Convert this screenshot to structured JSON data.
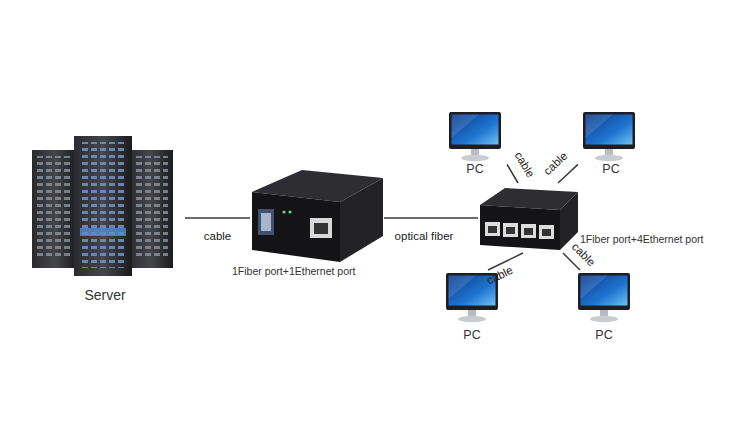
{
  "diagram": {
    "nodes": [
      {
        "text": [
          "Server"
        ]
      },
      {
        "text": [
          "1Fiber port+1Ethernet port"
        ]
      },
      {
        "text": [
          "PC"
        ]
      },
      {
        "text": [
          "PC"
        ]
      },
      {
        "text": [
          "1Fiber port+4Ethernet port"
        ]
      },
      {
        "text": [
          "PC"
        ]
      },
      {
        "text": [
          "PC"
        ]
      }
    ],
    "edges": [
      {
        "from": 0,
        "to": 1,
        "label": "cable",
        "arrow": "none"
      },
      {
        "from": 1,
        "to": 4,
        "label": "optical fiber",
        "arrow": "none"
      },
      {
        "from": 4,
        "to": 2,
        "label": "cable",
        "arrow": "none"
      },
      {
        "from": 4,
        "to": 3,
        "label": "cable",
        "arrow": "none"
      },
      {
        "from": 4,
        "to": 5,
        "label": "cable",
        "arrow": "none"
      },
      {
        "from": 4,
        "to": 6,
        "label": "cable",
        "arrow": "none"
      }
    ]
  }
}
